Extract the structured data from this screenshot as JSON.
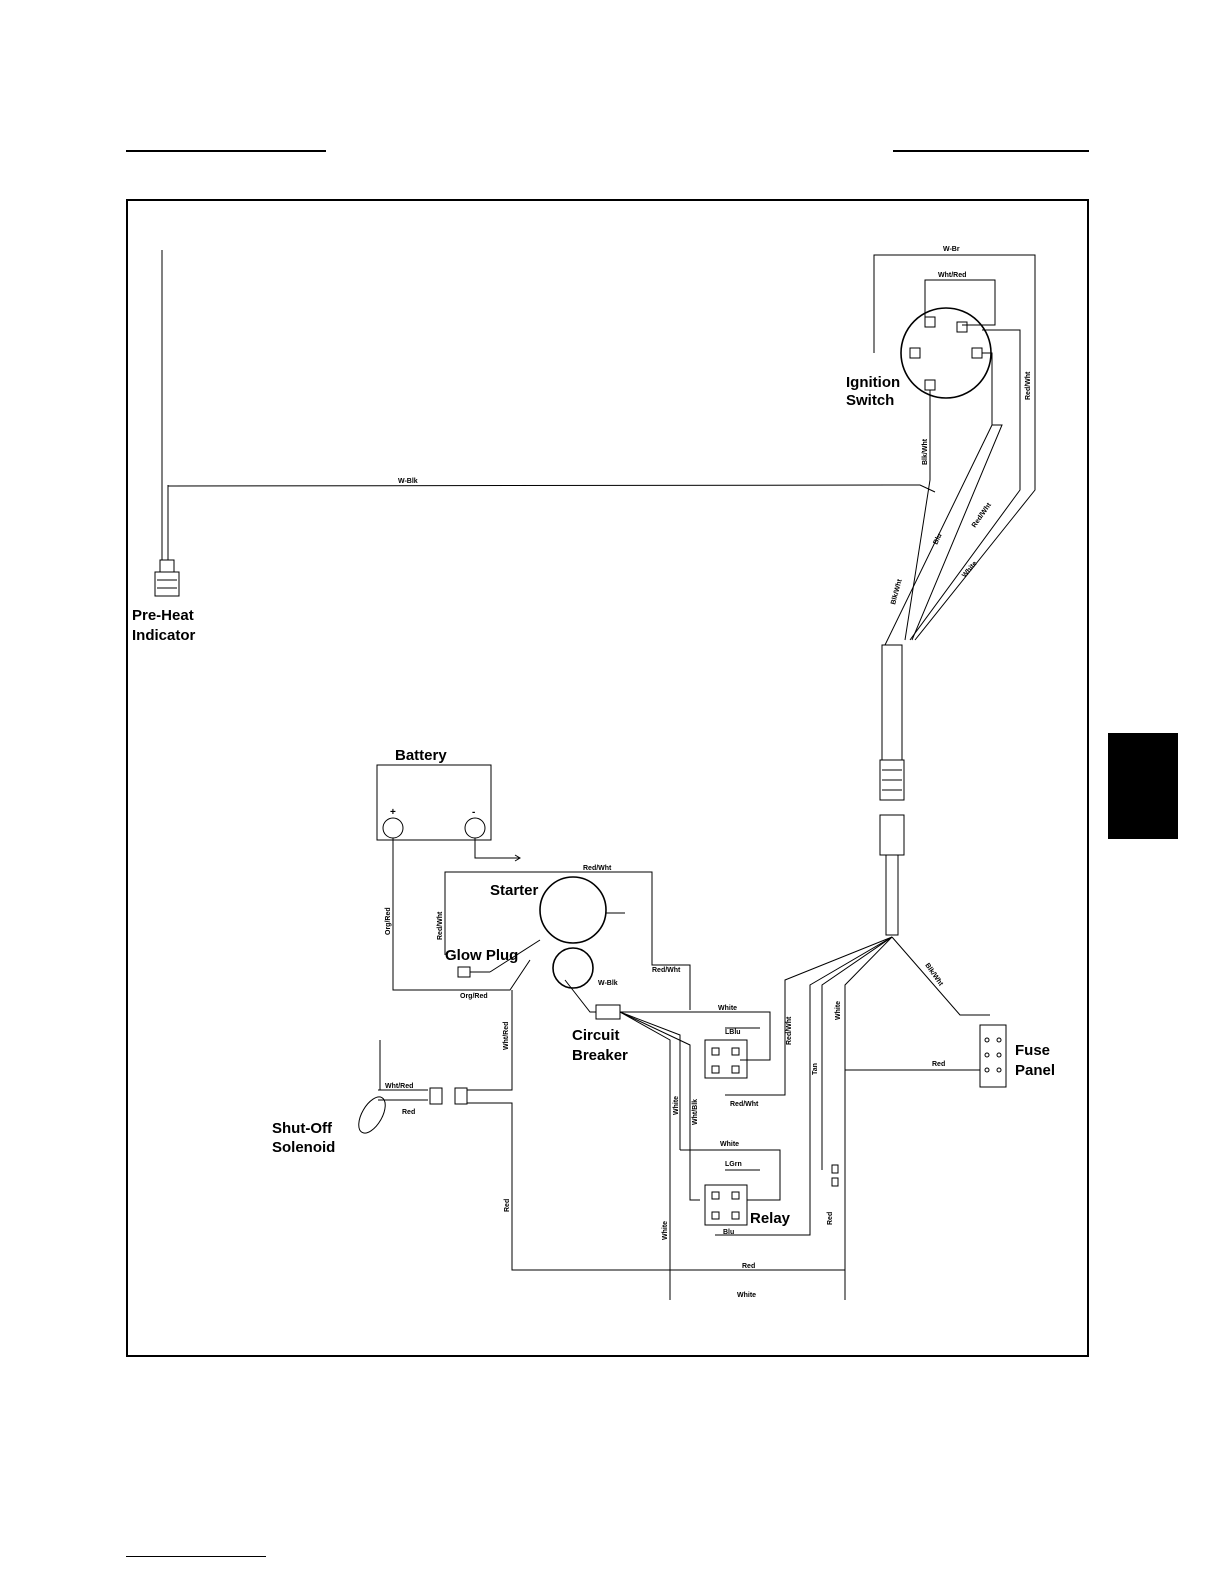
{
  "components": {
    "ignition_switch": [
      "Ignition",
      "Switch"
    ],
    "preheat_indicator": [
      "Pre-Heat",
      "Indicator"
    ],
    "battery": "Battery",
    "battery_pos": "+",
    "battery_neg": "-",
    "starter": "Starter",
    "glow_plug": "Glow Plug",
    "circuit_breaker": [
      "Circuit",
      "Breaker"
    ],
    "shutoff_solenoid": [
      "Shut-Off",
      "Solenoid"
    ],
    "fuse_panel": [
      "Fuse",
      "Panel"
    ],
    "relay": "Relay"
  },
  "wires": {
    "ign_top": "W-Br",
    "ign_wht_red": "Wht/Red",
    "blk_wht_ign": "Blk/Wht",
    "red_wht_ign": "Red/Wht",
    "wht_blk_preheat": "W-Blk",
    "blu": "Blu",
    "red_wht_harness": "Red/Wht",
    "blk_wht_harness": "Blk/Wht",
    "white_harness": "White",
    "org_red_battery": "Org/Red",
    "red_wht_top": "Red/Wht",
    "red_wht_starter": "Red/Wht",
    "org_red_bottom": "Org/Red",
    "wht_blk_cb": "W-Blk",
    "red_wht_cb": "Red/Wht",
    "white_relay1": "White",
    "lblu_relay1": "LBlu",
    "red_wht_relay1": "Red/Wht",
    "red_wht_fuse": "Red/Wht",
    "white_vertical": "White",
    "tan": "Tan",
    "red_fuse": "Red",
    "blk_wht_fuse": "Blk/Wht",
    "wht_red_sol": "Wht/Red",
    "red_sol": "Red",
    "wht_red_vert": "Wht/Red",
    "white_cb1": "White",
    "wht_blk_cb2": "Wht/Blk",
    "white_relay2": "White",
    "lgrn_relay2": "LGrn",
    "blu_relay2": "Blu",
    "red_left": "Red",
    "white_bottom_vert": "White",
    "red_right_vert": "Red",
    "red_bottom": "Red",
    "white_bottom": "White"
  }
}
